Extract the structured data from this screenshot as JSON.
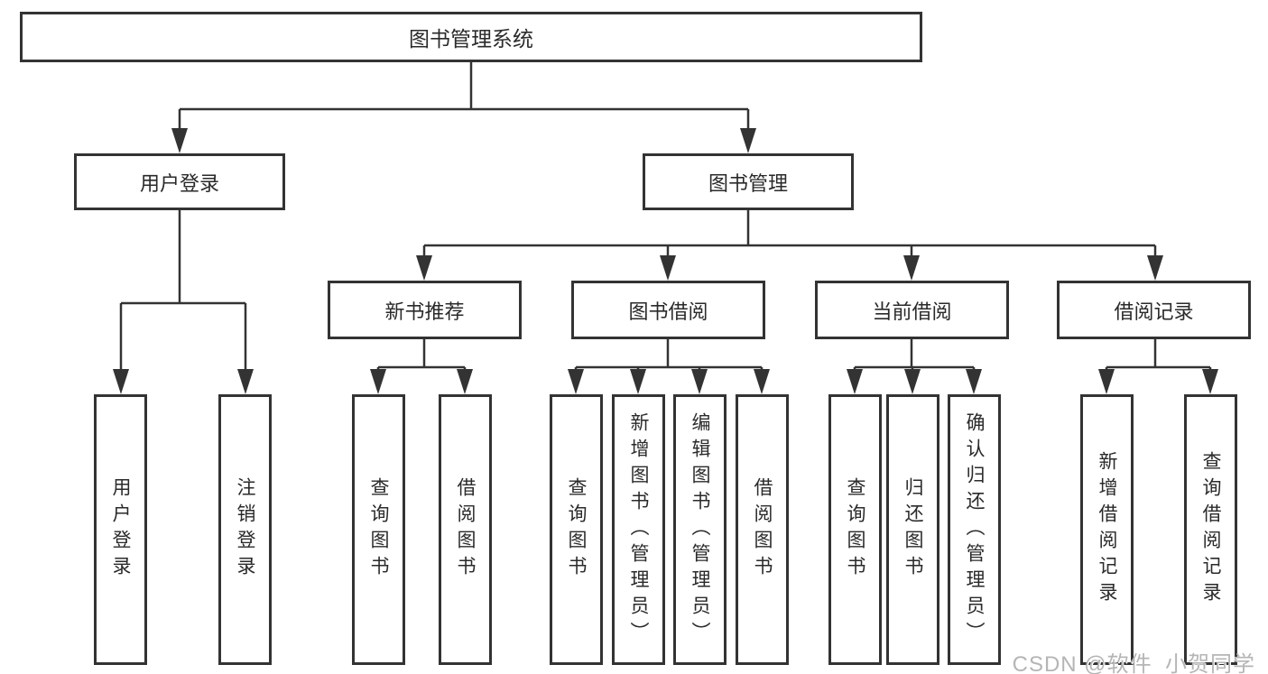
{
  "diagram": {
    "root": "图书管理系统",
    "level2": {
      "user_login": "用户登录",
      "book_management": "图书管理"
    },
    "level3": {
      "new_book": "新书推荐",
      "book_borrow": "图书借阅",
      "current_borrow": "当前借阅",
      "borrow_record": "借阅记录"
    },
    "leaves": {
      "user_login": [
        "用户登录",
        "注销登录"
      ],
      "new_book": [
        "查询图书",
        "借阅图书"
      ],
      "book_borrow": [
        "查询图书",
        "新增图书（管理员）",
        "编辑图书（管理员）",
        "借阅图书"
      ],
      "current_borrow": [
        "查询图书",
        "归还图书",
        "确认归还（管理员）"
      ],
      "borrow_record": [
        "新增借阅记录",
        "查询借阅记录"
      ]
    }
  },
  "watermark": "CSDN @软件_小贺同学",
  "colors": {
    "line": "#333333",
    "box_border": "#333333",
    "box_background": "#ffffff",
    "text": "#2a2a2a",
    "watermark": "#b5b5b5",
    "background": "#ffffff"
  }
}
